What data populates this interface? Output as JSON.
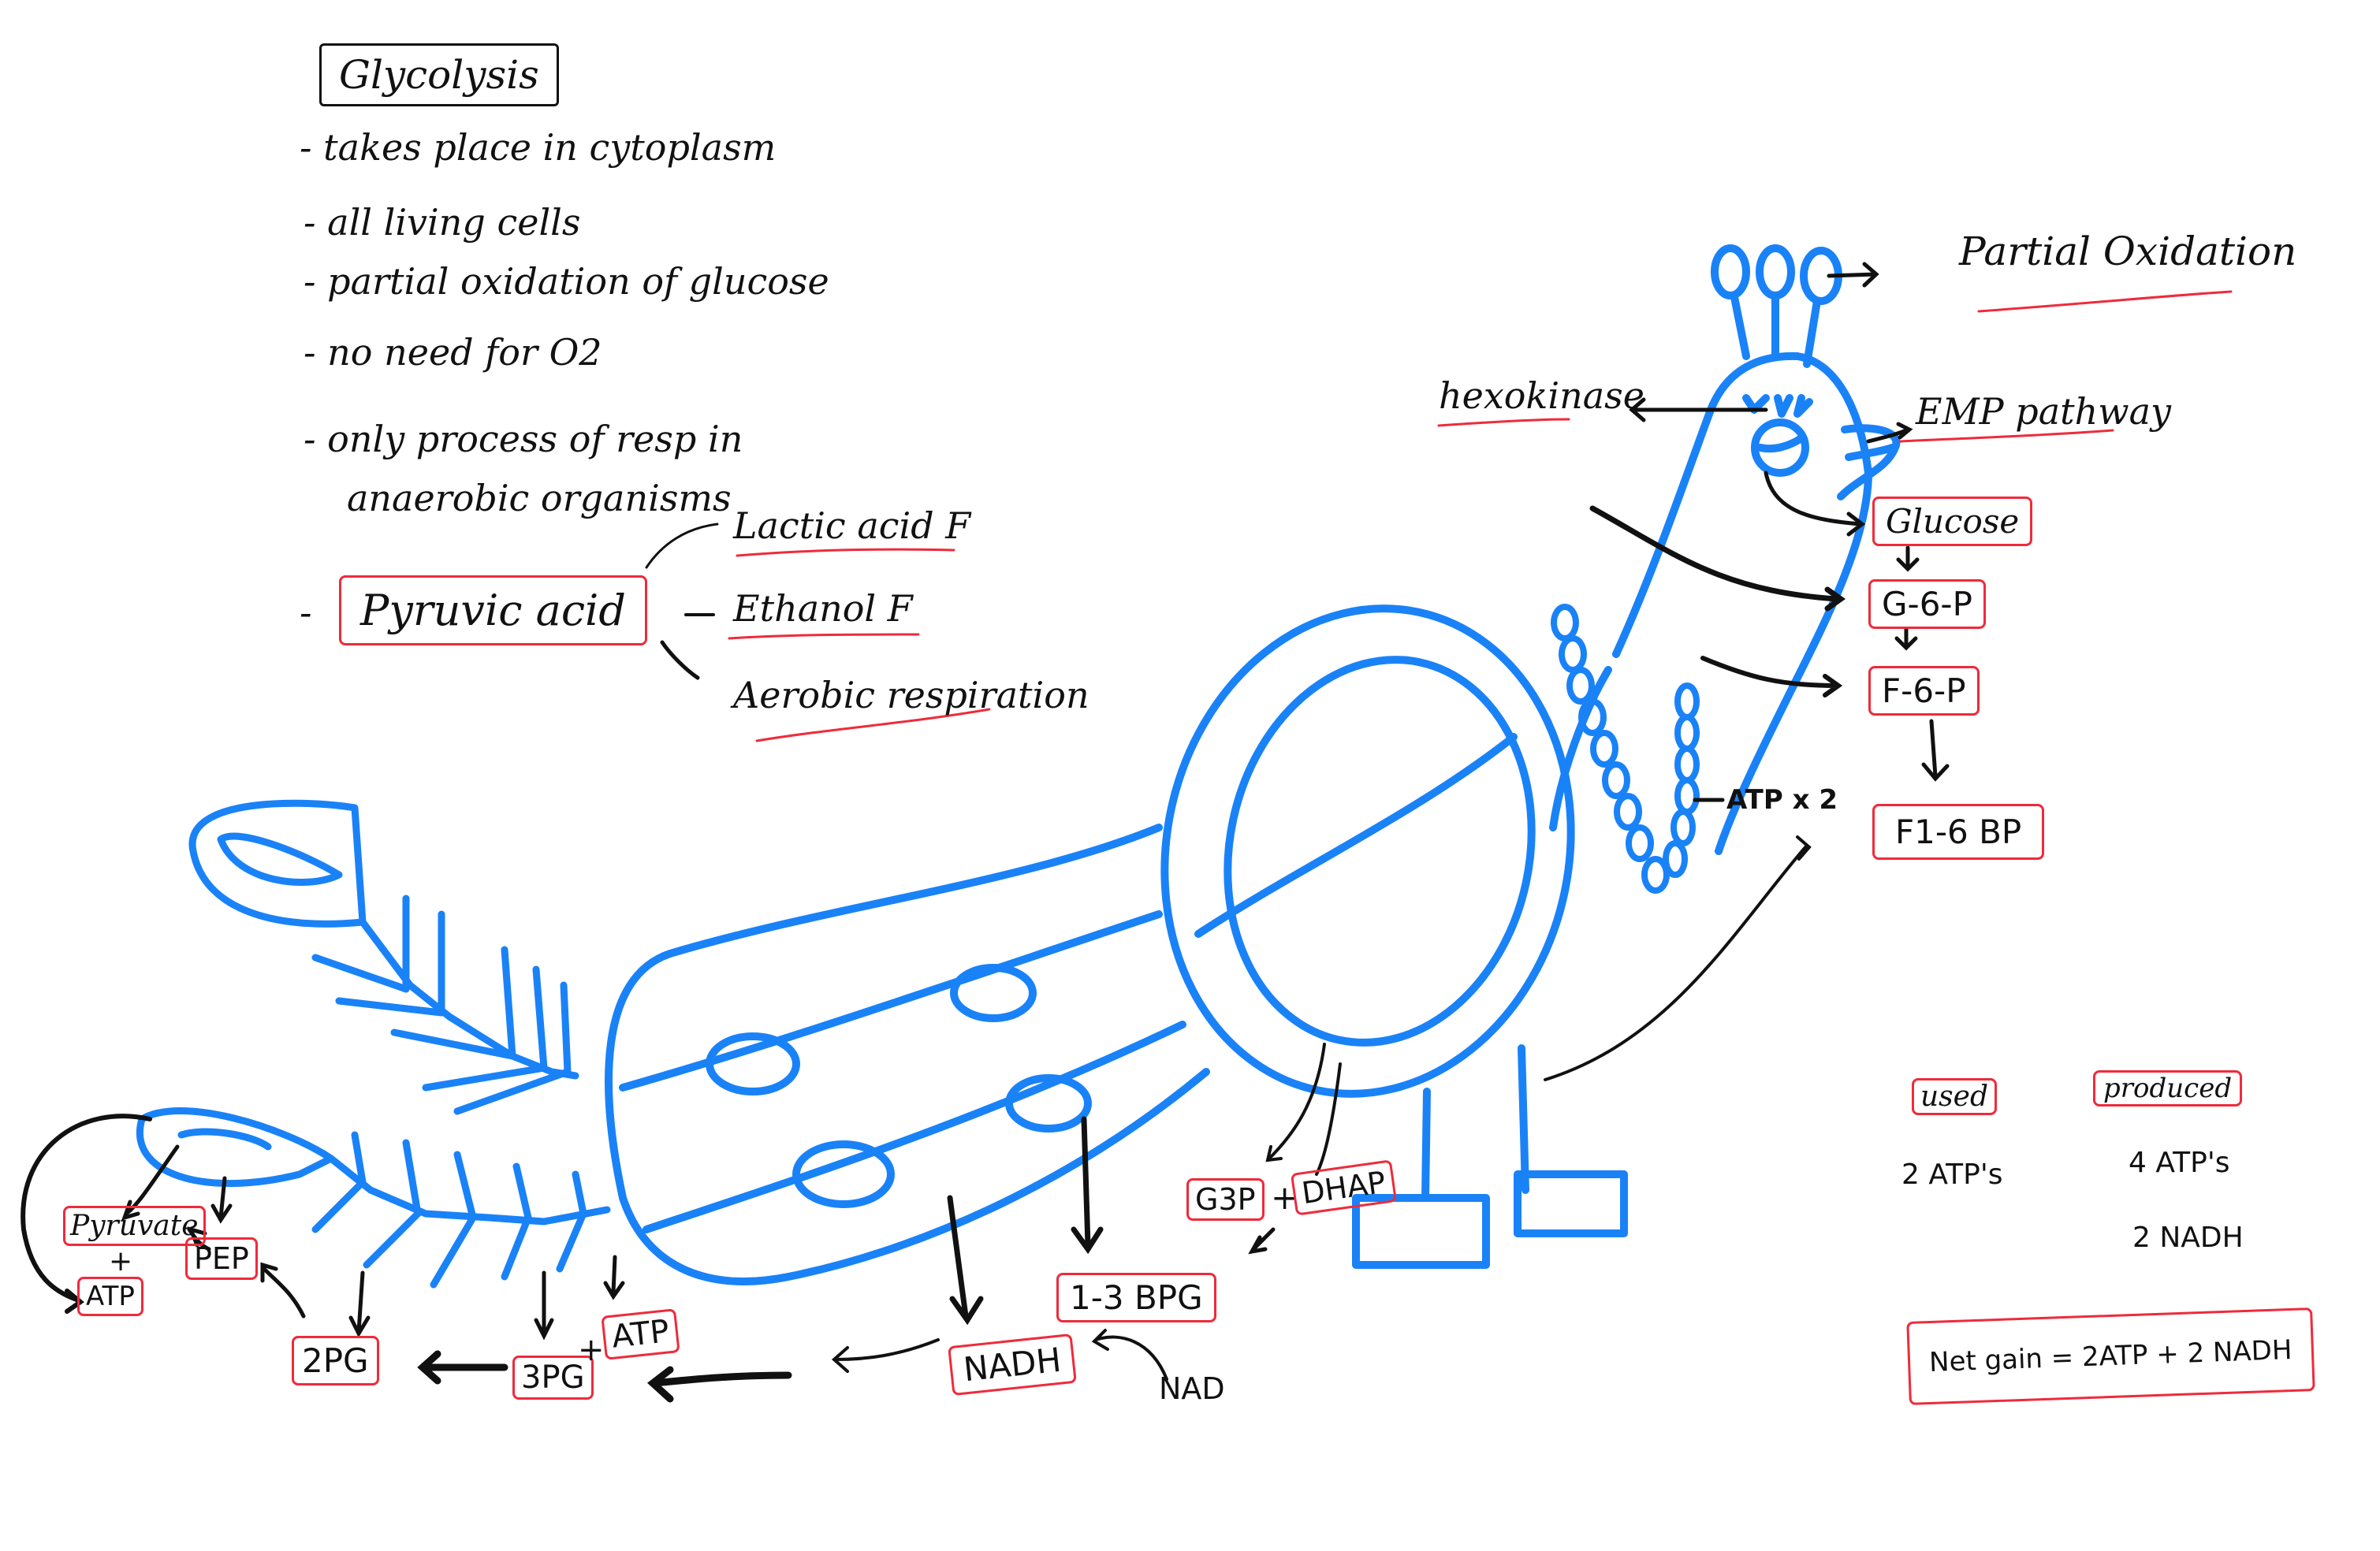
{
  "title": "Glycolysis",
  "notes": {
    "bullets": [
      "- takes place in cytoplasm",
      "- all living cells",
      "- partial oxidation of glucose",
      "- no need for O2",
      "- only process of resp in",
      "anaerobic organisms"
    ],
    "pyruvic_acid": {
      "dash": "-",
      "label": "Pyruvic acid",
      "branches": [
        "Lactic acid F",
        "Ethanol F",
        "Aerobic respiration"
      ]
    }
  },
  "peacock_labels": {
    "crest": "Partial Oxidation",
    "eye": "hexokinase",
    "beak": "EMP pathway",
    "necklace": "ATP x 2"
  },
  "pathway": {
    "steps": [
      {
        "id": "glucose",
        "label": "Glucose"
      },
      {
        "id": "g6p",
        "label": "G-6-P"
      },
      {
        "id": "f6p",
        "label": "F-6-P"
      },
      {
        "id": "f16bp",
        "label": "F1-6 BP"
      },
      {
        "id": "g3p",
        "label": "G3P"
      },
      {
        "id": "dhap",
        "label": "DHAP"
      },
      {
        "id": "bpg13",
        "label": "1-3 BPG"
      },
      {
        "id": "nadh",
        "label": "NADH"
      },
      {
        "id": "pg3",
        "label": "3PG"
      },
      {
        "id": "atp1",
        "label": "ATP"
      },
      {
        "id": "pg2",
        "label": "2PG"
      },
      {
        "id": "pep",
        "label": "PEP"
      },
      {
        "id": "pyruvate",
        "label": "Pyruvate"
      },
      {
        "id": "atp2",
        "label": "ATP"
      }
    ],
    "plus": "+",
    "nad": "NAD"
  },
  "summary": {
    "used": {
      "header": "used",
      "items": [
        "2 ATP's"
      ]
    },
    "produced": {
      "header": "produced",
      "items": [
        "4 ATP's",
        "2 NADH"
      ]
    },
    "net_gain": "Net gain = 2ATP + 2 NADH"
  },
  "colors": {
    "ink": "#111111",
    "peacock": "#1a82f7",
    "highlight": "#ee2b3b",
    "background": "#ffffff"
  }
}
